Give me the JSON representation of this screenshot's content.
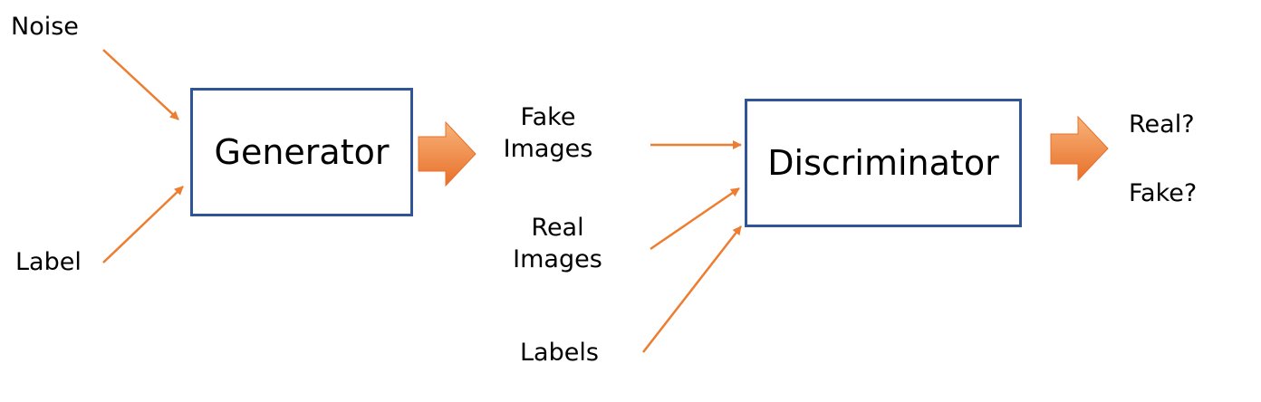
{
  "inputs": {
    "noise": "Noise",
    "label": "Label"
  },
  "generator": {
    "label": "Generator"
  },
  "middle": {
    "fake_images_line1": "Fake",
    "fake_images_line2": "Images",
    "real_images_line1": "Real",
    "real_images_line2": "Images",
    "labels": "Labels"
  },
  "discriminator": {
    "label": "Discriminator"
  },
  "outputs": {
    "real": "Real?",
    "fake": "Fake?"
  },
  "colors": {
    "arrow": "#ed7d31",
    "box_border": "#2f5597",
    "block_arrow_light": "#f4a460",
    "block_arrow_dark": "#e8702a"
  }
}
